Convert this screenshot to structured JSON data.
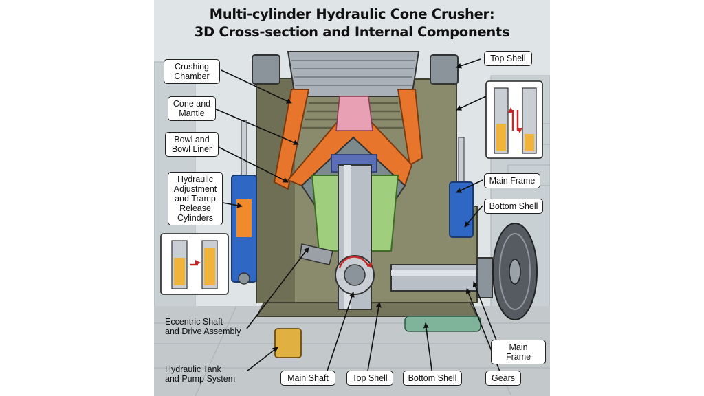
{
  "title": {
    "line1": "Multi-cylinder Hydraulic Cone Crusher:",
    "line2": "3D Cross-section and Internal Components"
  },
  "labels": {
    "crushing_chamber": "Crushing\nChamber",
    "cone_and_mantle": "Cone and\nMantle",
    "bowl_and_bowl_liner": "Bowl and\nBowl Liner",
    "hydraulic_cylinders": "Hydraulic\nAdjustment\nand Tramp\nRelease\nCylinders",
    "eccentric_shaft": "Eccentric Shaft\nand Drive Assembly",
    "hydraulic_tank": "Hydraulic Tank\nand Pump System",
    "main_shaft": "Main Shaft",
    "top_shell_bottom": "Top Shell",
    "bottom_shell_bottom": "Bottom Shell",
    "gears": "Gears",
    "main_frame_lower": "Main Frame",
    "top_shell_right": "Top Shell",
    "main_frame_right": "Main Frame",
    "bottom_shell_right": "Bottom Shell"
  },
  "colors": {
    "frame_olive": "#8a8a6c",
    "liner_orange": "#e8752c",
    "cylinder_blue": "#2f67c4",
    "oil_orange": "#f08a2a",
    "shaft_grey": "#b9bfc6",
    "green_part": "#9fcf7c",
    "pink_part": "#e8a0b4"
  }
}
